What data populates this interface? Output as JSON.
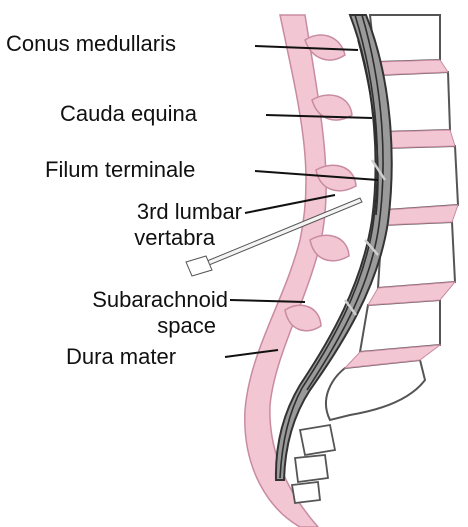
{
  "labels": {
    "conus": "Conus medullaris",
    "cauda": "Cauda equina",
    "filum": "Filum terminale",
    "lumbar_line1": "3rd lumbar",
    "lumbar_line2": "vertabra",
    "subarach_line1": "Subarachnoid",
    "subarach_line2": "space",
    "dura": "Dura mater"
  },
  "colors": {
    "bone_fill": "#ffffff",
    "bone_outline": "#444444",
    "tissue": "#f2c6d2",
    "tissue_dark": "#d99aaf",
    "cord": "#8c8c8c",
    "cord_dark": "#3a3a3a",
    "leader": "#111111"
  }
}
